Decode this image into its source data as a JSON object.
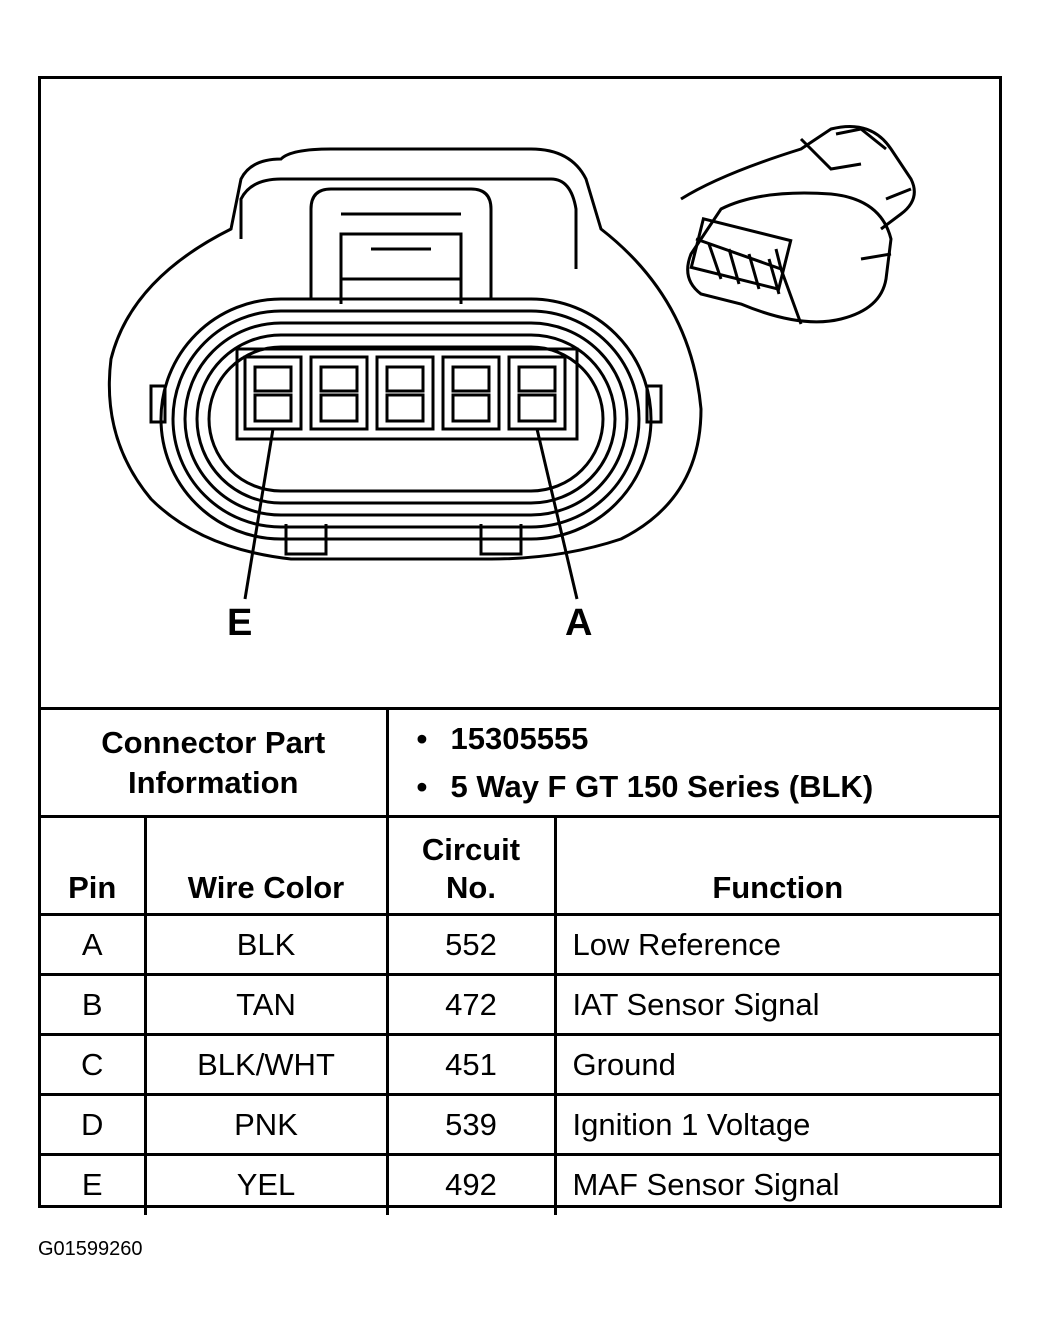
{
  "diagram": {
    "pin_labels": {
      "left": "E",
      "right": "A"
    }
  },
  "connector": {
    "part_label": "Connector Part Information",
    "part_details": [
      "15305555",
      "5 Way F GT 150 Series (BLK)"
    ]
  },
  "table": {
    "headers": {
      "pin": "Pin",
      "wire_color": "Wire Color",
      "circuit_no": "Circuit No.",
      "function": "Function"
    },
    "rows": [
      {
        "pin": "A",
        "wire_color": "BLK",
        "circuit": "552",
        "function": "Low Reference"
      },
      {
        "pin": "B",
        "wire_color": "TAN",
        "circuit": "472",
        "function": "IAT Sensor Signal"
      },
      {
        "pin": "C",
        "wire_color": "BLK/WHT",
        "circuit": "451",
        "function": "Ground"
      },
      {
        "pin": "D",
        "wire_color": "PNK",
        "circuit": "539",
        "function": "Ignition 1 Voltage"
      },
      {
        "pin": "E",
        "wire_color": "YEL",
        "circuit": "492",
        "function": "MAF Sensor Signal"
      }
    ]
  },
  "figure_id": "G01599260"
}
